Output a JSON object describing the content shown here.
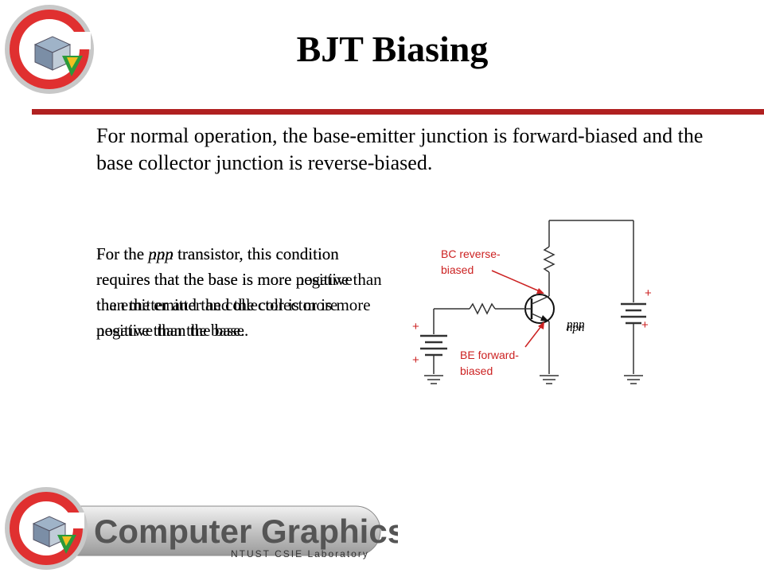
{
  "slide": {
    "title": "BJT Biasing",
    "intro": "For normal operation, the base-emitter junction is forward-biased and the base collector junction is reverse-biased."
  },
  "pnp_text": {
    "lead": "For the ",
    "type": "pnp",
    "body": " transistor, this condition requires that the base is more negative than the emitter and the collector is more negative than the base."
  },
  "npn_text": {
    "lead": "For the ",
    "type": "npn",
    "body": " transistor, this condition requires that the base is more positive than the emitter and the collector is more positive than the base."
  },
  "circuit": {
    "bc_label": "BC reverse-biased",
    "be_label": "BE forward-biased",
    "plus": "+",
    "pnp_label": "pnp",
    "npn_label": "npn"
  },
  "footer": {
    "title": "Computer Graphics",
    "subtitle": "NTUST CSIE Laboratory"
  },
  "colors": {
    "accent": "#b02020",
    "annotation": "#cc2222"
  }
}
